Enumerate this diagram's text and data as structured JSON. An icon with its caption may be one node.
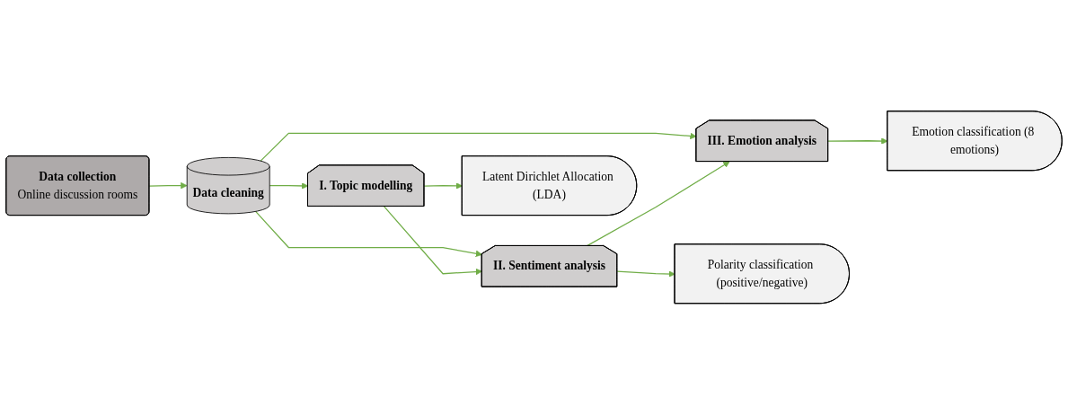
{
  "diagram": {
    "nodes": [
      {
        "text": [
          "Data collection",
          "Online discussion rooms"
        ]
      },
      {
        "text": [
          "Data cleaning"
        ]
      },
      {
        "text": [
          "I. Topic modelling"
        ]
      },
      {
        "text": [
          "II. Sentiment analysis"
        ]
      },
      {
        "text": [
          "III. Emotion analysis"
        ]
      },
      {
        "text": [
          "Latent Dirichlet Allocation (LDA)"
        ]
      },
      {
        "text": [
          "Polarity classification (positive/negative)"
        ]
      },
      {
        "text": [
          "Emotion classification (8 emotions)"
        ]
      }
    ],
    "edges": [
      {
        "from": 0,
        "to": 1,
        "arrow": "to"
      },
      {
        "from": 1,
        "to": 2,
        "arrow": "to"
      },
      {
        "from": 1,
        "to": 3,
        "arrow": "to"
      },
      {
        "from": 1,
        "to": 4,
        "arrow": "to"
      },
      {
        "from": 2,
        "to": 3,
        "arrow": "to"
      },
      {
        "from": 3,
        "to": 4,
        "arrow": "to"
      },
      {
        "from": 2,
        "to": 5,
        "arrow": "to"
      },
      {
        "from": 3,
        "to": 6,
        "arrow": "to"
      },
      {
        "from": 4,
        "to": 7,
        "arrow": "to"
      }
    ]
  }
}
